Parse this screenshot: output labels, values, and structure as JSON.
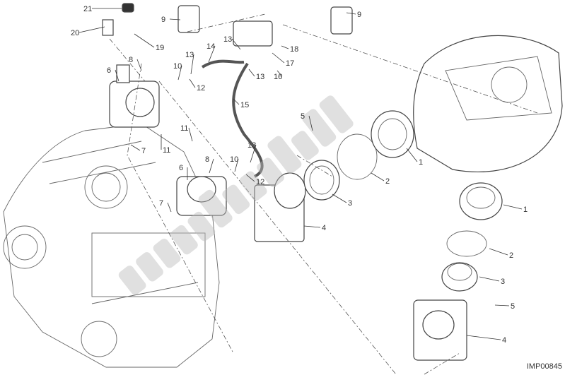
{
  "diagram": {
    "callouts": [
      "21",
      "20",
      "9",
      "19",
      "9",
      "13",
      "18",
      "14",
      "13",
      "17",
      "8",
      "10",
      "13",
      "16",
      "6",
      "12",
      "15",
      "5",
      "1",
      "11",
      "11",
      "7",
      "8",
      "13",
      "2",
      "10",
      "6",
      "12",
      "3",
      "4",
      "7",
      "1",
      "2",
      "3",
      "5",
      "4"
    ],
    "drawing_code": "IMP00845",
    "watermark": "Partsrepublik",
    "colors": {
      "line": "#444444",
      "watermark": "#bbbbbb"
    }
  }
}
